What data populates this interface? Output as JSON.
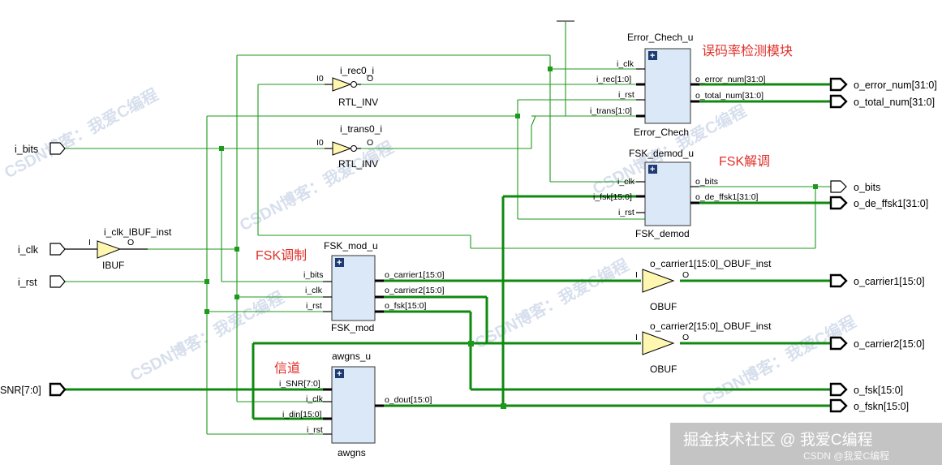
{
  "watermarks": {
    "w1": "CSDN博客：我爱C编程",
    "w2": "CSDN博客：我爱C编程",
    "w3": "CSDN博客：我爱C编程",
    "w4": "CSDN博客：我爱C编程",
    "w5": "CSDN博客：我爱C编程",
    "w6": "CSDN博客：我爱C编程"
  },
  "modules": {
    "error_chech": {
      "inst": "Error_Chech_u",
      "type": "Error_Chech",
      "inputs": [
        "i_clk",
        "i_rec[1:0]",
        "i_rst",
        "i_trans[1:0]"
      ],
      "outputs": [
        "o_error_num[31:0]",
        "o_total_num[31:0]"
      ]
    },
    "fsk_demod": {
      "inst": "FSK_demod_u",
      "type": "FSK_demod",
      "inputs": [
        "i_clk",
        "i_fsk[15:0]",
        "i_rst"
      ],
      "outputs": [
        "o_bits",
        "o_de_ffsk1[31:0]"
      ]
    },
    "fsk_mod": {
      "inst": "FSK_mod_u",
      "type": "FSK_mod",
      "inputs": [
        "i_bits",
        "i_clk",
        "i_rst"
      ],
      "outputs": [
        "o_carrier1[15:0]",
        "o_carrier2[15:0]",
        "o_fsk[15:0]"
      ]
    },
    "awgns": {
      "inst": "awgns_u",
      "type": "awgns",
      "inputs": [
        "i_SNR[7:0]",
        "i_clk",
        "i_din[15:0]",
        "i_rst"
      ],
      "outputs": [
        "o_dout[15:0]"
      ]
    }
  },
  "cells": {
    "rec_inv": {
      "inst": "i_rec0_i",
      "type": "RTL_INV",
      "in": "I0",
      "out": "O"
    },
    "trans_inv": {
      "inst": "i_trans0_i",
      "type": "RTL_INV",
      "in": "I0",
      "out": "O"
    },
    "clk_ibuf": {
      "inst": "i_clk_IBUF_inst",
      "type": "IBUF",
      "in": "I",
      "out": "O"
    },
    "car1_obuf": {
      "inst": "o_carrier1[15:0]_OBUF_inst",
      "type": "OBUF",
      "in": "I",
      "out": "O"
    },
    "car2_obuf": {
      "inst": "o_carrier2[15:0]_OBUF_inst",
      "type": "OBUF",
      "in": "I",
      "out": "O"
    }
  },
  "input_ports": [
    "i_bits",
    "i_clk",
    "i_rst",
    "SNR[7:0]"
  ],
  "output_ports": [
    "o_error_num[31:0]",
    "o_total_num[31:0]",
    "o_bits",
    "o_de_ffsk1[31:0]",
    "o_carrier1[15:0]",
    "o_carrier2[15:0]",
    "o_fsk[15:0]",
    "o_fskn[15:0]"
  ],
  "annotations": {
    "error_module": "误码率检测模块",
    "demod": "FSK解调",
    "mod": "FSK调制",
    "channel": "信道"
  },
  "footer": {
    "brand": "掘金技术社区 @ 我爱C编程",
    "small": "CSDN @我爱C编程"
  },
  "colors": {
    "wire": "#1d9a1d",
    "bus": "#0f8a0f",
    "block_fill": "#dbe8f7",
    "annotation": "#e0302a"
  }
}
